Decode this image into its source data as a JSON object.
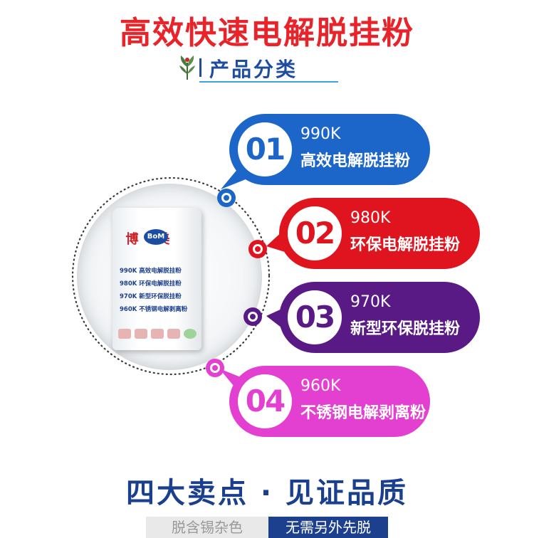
{
  "header": {
    "title": "高效快速电解脱挂粉"
  },
  "section": {
    "label": "产品分类",
    "logo_icon": "plant-emblem-icon"
  },
  "product_image": {
    "icon": "powder-bag-image",
    "brand": "博美",
    "badge": "BoM",
    "lines": [
      "990K 高效电解脱挂粉",
      "980K 环保电解脱挂粉",
      "970K 新型环保脱挂粉",
      "960K 不锈钢电解剥离粉"
    ]
  },
  "products": [
    {
      "number": "01",
      "code": "990K",
      "name": "高效电解脱挂粉",
      "color": "#1d66c9"
    },
    {
      "number": "02",
      "code": "980K",
      "name": "环保电解脱挂粉",
      "color": "#e0141f"
    },
    {
      "number": "03",
      "code": "970K",
      "name": "新型环保脱挂粉",
      "color": "#5a1a86"
    },
    {
      "number": "04",
      "code": "960K",
      "name": "不锈钢电解剥离粉",
      "color": "#e33fd0"
    }
  ],
  "selling_points": {
    "title": "四大卖点 · 见证品质",
    "chips": [
      "脱含锡杂色",
      "无需另外先脱"
    ]
  },
  "colors": {
    "title_red": "#e8232a",
    "navy": "#1a3f8e",
    "accent_blue": "#3fa3e0"
  }
}
